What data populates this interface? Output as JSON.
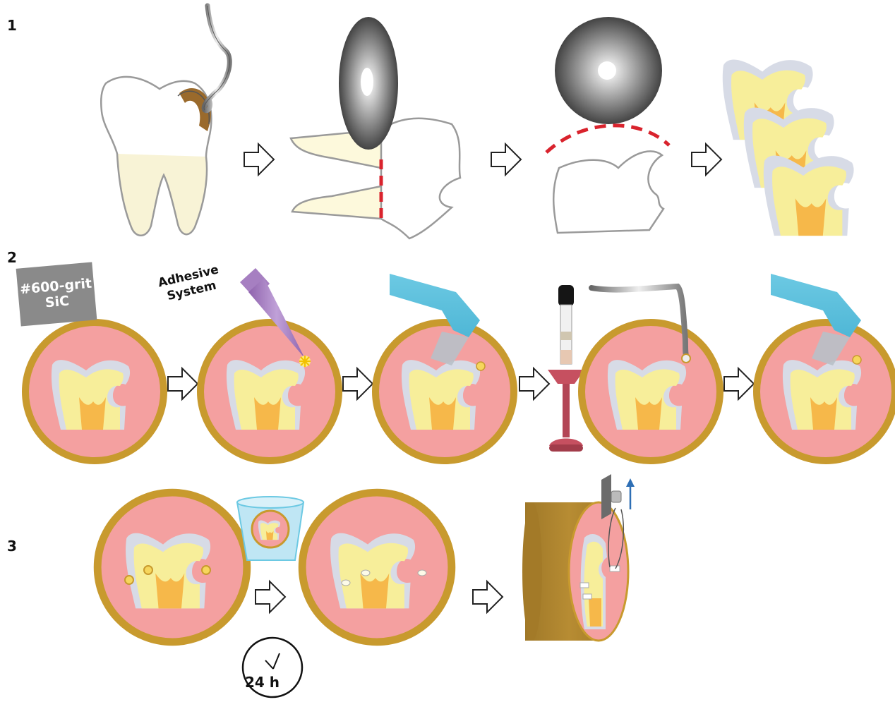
{
  "steps": [
    {
      "number": "1"
    },
    {
      "number": "2"
    },
    {
      "number": "3"
    }
  ],
  "labels": {
    "grit_line1": "#600-grit",
    "grit_line2": "SiC",
    "adhesive_line1": "Adhesive",
    "adhesive_line2": "System",
    "timer": "24 h"
  },
  "colors": {
    "resin_pink": "#f4a0a0",
    "ring_gold": "#c89a2e",
    "cylinder_brown": "#b0862e",
    "enamel_grey": "#d7dbe6",
    "dentin_yellow": "#f7ee9a",
    "pulp_orange": "#f6b84a",
    "lamp_blue": "#6cc9e3",
    "syringe_red": "#c65060",
    "applicator_purple": "#a67fc1",
    "cut_line_red": "#d9232d"
  },
  "icons": [
    "explorer-probe-icon",
    "diamond-saw-disc-icon",
    "curing-light-icon",
    "composite-syringe-icon",
    "water-cup-icon",
    "clock-icon",
    "tensile-tester-icon"
  ]
}
